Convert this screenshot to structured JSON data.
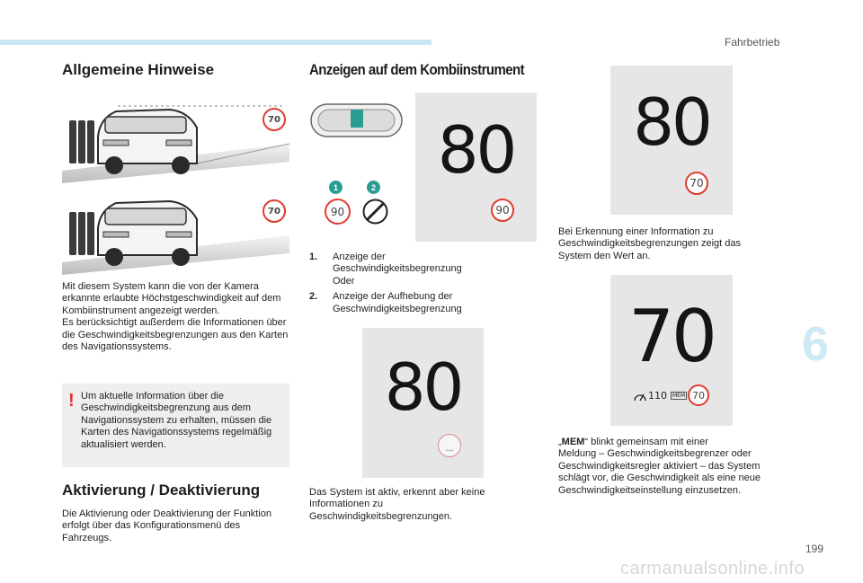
{
  "header": {
    "section": "Fahrbetrieb",
    "chapter": "6"
  },
  "footer": {
    "page_number": "199",
    "watermark": "carmanualsonline.info"
  },
  "colors": {
    "accent": "#2a9d93",
    "sign_red": "#e03c31",
    "warning_red": "#e4322b",
    "topbar": "#c9e6f4"
  },
  "general": {
    "title": "Allgemeine Hinweise",
    "sign_1": "70",
    "sign_2": "70",
    "text": "Mit diesem System kann die von der Kamera erkannte erlaubte Höchstgeschwindigkeit auf dem Kombiinstrument angezeigt werden.\nEs berücksichtigt außerdem die Informationen über die Geschwindigkeitsbegrenzungen aus den Karten des Navigationssystems.",
    "warning_mark": "!",
    "warning_text": "Um aktuelle Information über die Geschwindigkeitsbegrenzung aus dem Navigationssystem zu erhalten, müssen die Karten des Navigationssystems regelmäßig aktualisiert werden."
  },
  "activation": {
    "title": "Aktivierung / Deaktivierung",
    "text": "Die Aktivierung oder Deaktivierung der Funktion erfolgt über das Konfigurationsmenü des Fahrzeugs."
  },
  "cluster": {
    "title": "Anzeigen auf dem Kombiinstrument",
    "badge_1": "1",
    "badge_2": "2",
    "sign_limit": "90",
    "panel_a": {
      "speed": "80",
      "limit": "90"
    },
    "legend": [
      {
        "num": "1.",
        "text": "Anzeige der Geschwindigkeitsbegrenzung\nOder"
      },
      {
        "num": "2.",
        "text": "Anzeige der Aufhebung der Geschwindigkeitsbegrenzung"
      }
    ],
    "panel_b": {
      "speed": "80",
      "limit": "..."
    },
    "active_text": "Das System ist aktiv, erkennt aber keine Informationen zu Geschwindigkeitsbegrenzungen."
  },
  "right": {
    "panel_c": {
      "speed": "80",
      "limit": "70"
    },
    "recognition_text": "Bei Erkennung einer Information zu Geschwindigkeitsbegrenzungen zeigt das System den Wert an.",
    "panel_d": {
      "speed": "70",
      "set_speed": "110",
      "mem_tag": "MEM",
      "limit": "70"
    },
    "mem_prefix": "„",
    "mem_word": "MEM",
    "mem_text": "“ blinkt gemeinsam mit einer\nMeldung – Geschwindigkeitsbegrenzer oder Geschwindigkeitsregler aktiviert – das System schlägt vor, die Geschwindigkeit als eine neue Geschwindigkeitseinstellung einzusetzen."
  }
}
